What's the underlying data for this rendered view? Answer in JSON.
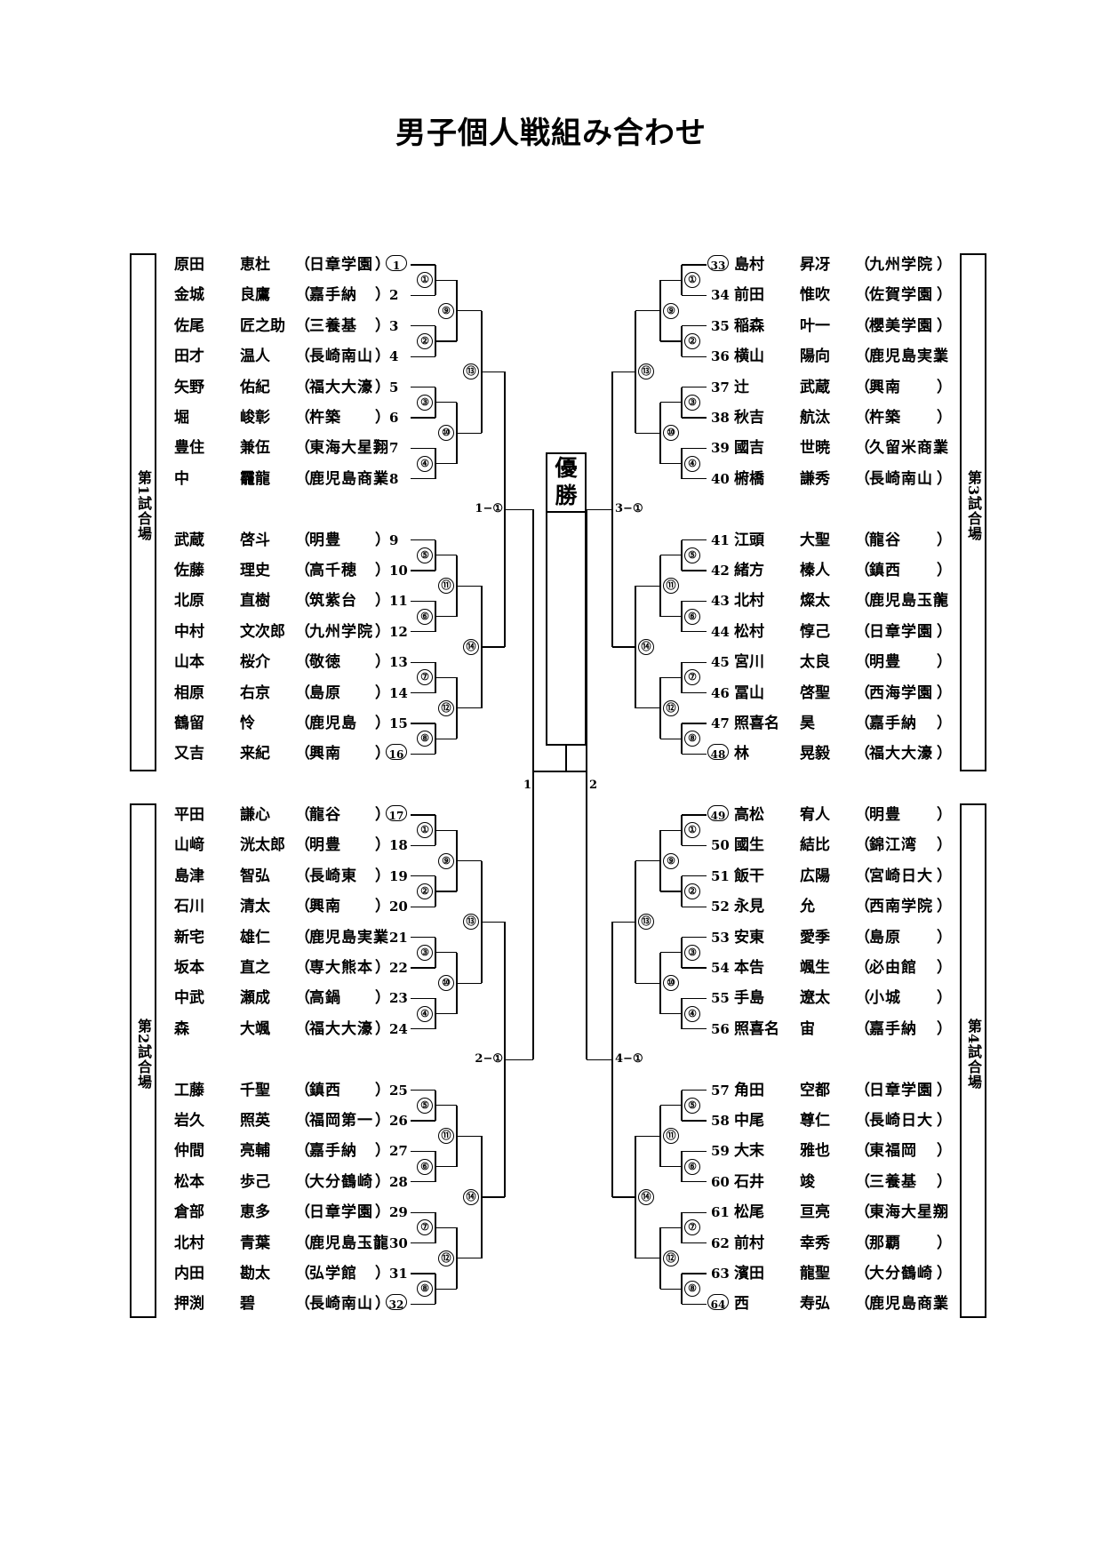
{
  "title": "男子個人戦組み合わせ",
  "champion_label": "優勝",
  "final_labels": {
    "left": "1",
    "right": "2"
  },
  "venues": [
    {
      "label": "第1試合場",
      "block_final": "1−①"
    },
    {
      "label": "第2試合場",
      "block_final": "2−①"
    },
    {
      "label": "第3試合場",
      "block_final": "3−①"
    },
    {
      "label": "第4試合場",
      "block_final": "4−①"
    }
  ],
  "match_marks": [
    "①",
    "②",
    "③",
    "④",
    "⑤",
    "⑥",
    "⑦",
    "⑧",
    "⑨",
    "⑩",
    "⑪",
    "⑫",
    "⑬",
    "⑭"
  ],
  "players": [
    {
      "no": "1",
      "family": "原田",
      "given": "恵杜",
      "school": "日章学園"
    },
    {
      "no": "2",
      "family": "金城",
      "given": "良鷹",
      "school": "嘉手納"
    },
    {
      "no": "3",
      "family": "佐尾",
      "given": "匠之助",
      "school": "三養基"
    },
    {
      "no": "4",
      "family": "田才",
      "given": "温人",
      "school": "長崎南山"
    },
    {
      "no": "5",
      "family": "矢野",
      "given": "佑紀",
      "school": "福大大濠"
    },
    {
      "no": "6",
      "family": "堀",
      "given": "峻彰",
      "school": "杵築"
    },
    {
      "no": "7",
      "family": "豊住",
      "given": "兼伍",
      "school": "東海大星翔"
    },
    {
      "no": "8",
      "family": "中",
      "given": "龗龍",
      "school": "鹿児島商業"
    },
    {
      "no": "9",
      "family": "武蔵",
      "given": "啓斗",
      "school": "明豊"
    },
    {
      "no": "10",
      "family": "佐藤",
      "given": "理史",
      "school": "高千穂"
    },
    {
      "no": "11",
      "family": "北原",
      "given": "直樹",
      "school": "筑紫台"
    },
    {
      "no": "12",
      "family": "中村",
      "given": "文次郎",
      "school": "九州学院"
    },
    {
      "no": "13",
      "family": "山本",
      "given": "桜介",
      "school": "敬徳"
    },
    {
      "no": "14",
      "family": "相原",
      "given": "右京",
      "school": "島原"
    },
    {
      "no": "15",
      "family": "鶴留",
      "given": "怜",
      "school": "鹿児島"
    },
    {
      "no": "16",
      "family": "又吉",
      "given": "来紀",
      "school": "興南"
    },
    {
      "no": "17",
      "family": "平田",
      "given": "謙心",
      "school": "龍谷"
    },
    {
      "no": "18",
      "family": "山﨑",
      "given": "洸太郎",
      "school": "明豊"
    },
    {
      "no": "19",
      "family": "島津",
      "given": "智弘",
      "school": "長崎東"
    },
    {
      "no": "20",
      "family": "石川",
      "given": "清太",
      "school": "興南"
    },
    {
      "no": "21",
      "family": "新宅",
      "given": "雄仁",
      "school": "鹿児島実業"
    },
    {
      "no": "22",
      "family": "坂本",
      "given": "直之",
      "school": "専大熊本"
    },
    {
      "no": "23",
      "family": "中武",
      "given": "瀬成",
      "school": "高鍋"
    },
    {
      "no": "24",
      "family": "森",
      "given": "大颯",
      "school": "福大大濠"
    },
    {
      "no": "25",
      "family": "工藤",
      "given": "千聖",
      "school": "鎮西"
    },
    {
      "no": "26",
      "family": "岩久",
      "given": "照英",
      "school": "福岡第一"
    },
    {
      "no": "27",
      "family": "仲間",
      "given": "亮輔",
      "school": "嘉手納"
    },
    {
      "no": "28",
      "family": "松本",
      "given": "歩己",
      "school": "大分鶴崎"
    },
    {
      "no": "29",
      "family": "倉部",
      "given": "恵多",
      "school": "日章学園"
    },
    {
      "no": "30",
      "family": "北村",
      "given": "青葉",
      "school": "鹿児島玉龍"
    },
    {
      "no": "31",
      "family": "内田",
      "given": "勘太",
      "school": "弘学館"
    },
    {
      "no": "32",
      "family": "押渕",
      "given": "碧",
      "school": "長崎南山"
    },
    {
      "no": "33",
      "family": "島村",
      "given": "昇冴",
      "school": "九州学院"
    },
    {
      "no": "34",
      "family": "前田",
      "given": "惟吹",
      "school": "佐賀学園"
    },
    {
      "no": "35",
      "family": "稲森",
      "given": "叶一",
      "school": "櫻美学園"
    },
    {
      "no": "36",
      "family": "横山",
      "given": "陽向",
      "school": "鹿児島実業"
    },
    {
      "no": "37",
      "family": "辻",
      "given": "武蔵",
      "school": "興南"
    },
    {
      "no": "38",
      "family": "秋吉",
      "given": "航汰",
      "school": "杵築"
    },
    {
      "no": "39",
      "family": "國吉",
      "given": "世暁",
      "school": "久留米商業"
    },
    {
      "no": "40",
      "family": "椨橋",
      "given": "謙秀",
      "school": "長崎南山"
    },
    {
      "no": "41",
      "family": "江頭",
      "given": "大聖",
      "school": "龍谷"
    },
    {
      "no": "42",
      "family": "緒方",
      "given": "榛人",
      "school": "鎮西"
    },
    {
      "no": "43",
      "family": "北村",
      "given": "燦太",
      "school": "鹿児島玉龍"
    },
    {
      "no": "44",
      "family": "松村",
      "given": "惇己",
      "school": "日章学園"
    },
    {
      "no": "45",
      "family": "宮川",
      "given": "太良",
      "school": "明豊"
    },
    {
      "no": "46",
      "family": "冨山",
      "given": "啓聖",
      "school": "西海学園"
    },
    {
      "no": "47",
      "family": "照喜名",
      "given": "昊",
      "school": "嘉手納"
    },
    {
      "no": "48",
      "family": "林",
      "given": "晃毅",
      "school": "福大大濠"
    },
    {
      "no": "49",
      "family": "高松",
      "given": "宥人",
      "school": "明豊"
    },
    {
      "no": "50",
      "family": "國生",
      "given": "結比",
      "school": "錦江湾"
    },
    {
      "no": "51",
      "family": "飯干",
      "given": "広陽",
      "school": "宮崎日大"
    },
    {
      "no": "52",
      "family": "永見",
      "given": "允",
      "school": "西南学院"
    },
    {
      "no": "53",
      "family": "安東",
      "given": "愛季",
      "school": "島原"
    },
    {
      "no": "54",
      "family": "本告",
      "given": "颯生",
      "school": "必由館"
    },
    {
      "no": "55",
      "family": "手島",
      "given": "遼太",
      "school": "小城"
    },
    {
      "no": "56",
      "family": "照喜名",
      "given": "宙",
      "school": "嘉手納"
    },
    {
      "no": "57",
      "family": "⻆田",
      "given": "空都",
      "school": "日章学園"
    },
    {
      "no": "58",
      "family": "中尾",
      "given": "尊仁",
      "school": "長崎日大"
    },
    {
      "no": "59",
      "family": "大末",
      "given": "雅也",
      "school": "東福岡"
    },
    {
      "no": "60",
      "family": "石井",
      "given": "竣",
      "school": "三養基"
    },
    {
      "no": "61",
      "family": "松尾",
      "given": "亘亮",
      "school": "東海大星翔"
    },
    {
      "no": "62",
      "family": "前村",
      "given": "幸秀",
      "school": "那覇"
    },
    {
      "no": "63",
      "family": "濱田",
      "given": "龍聖",
      "school": "大分鶴崎"
    },
    {
      "no": "64",
      "family": "西",
      "given": "寿弘",
      "school": "鹿児島商業"
    }
  ]
}
